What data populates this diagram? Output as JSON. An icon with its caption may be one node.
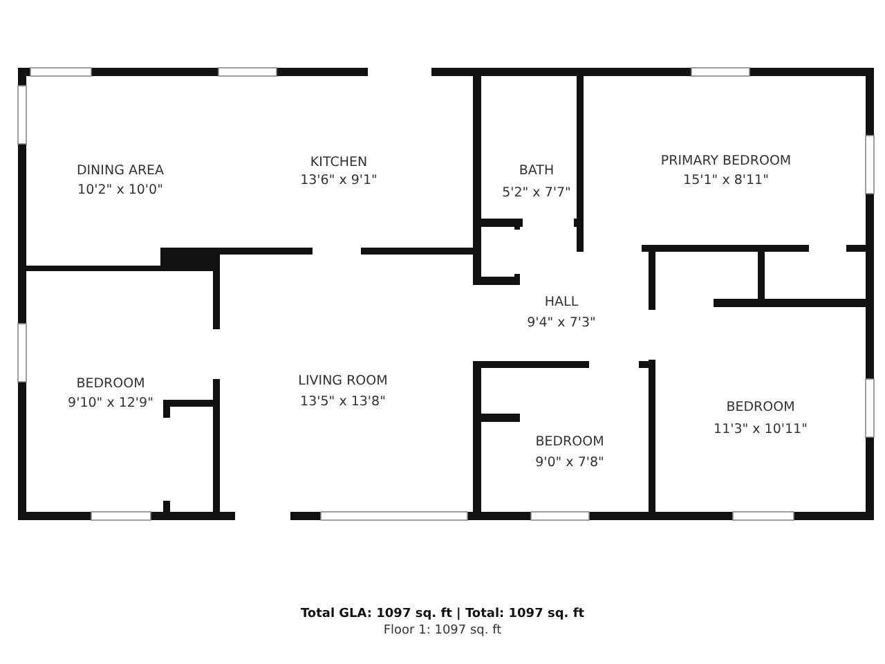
{
  "diagram": {
    "labels": [
      "DINING AREA",
      "10'2\" x 10'0\"",
      "KITCHEN",
      "13'6\" x 9'1\"",
      "BATH",
      "5'2\" x 7'7\"",
      "PRIMARY BEDROOM",
      "15'1\" x 8'11\"",
      "HALL",
      "9'4\" x 7'3\"",
      "BEDROOM",
      "9'10\" x 12'9\"",
      "LIVING ROOM",
      "13'5\" x 13'8\"",
      "BEDROOM",
      "11'3\" x 10'11\"",
      "BEDROOM",
      "9'0\" x 7'8\"",
      "Total GLA: 1097 sq. ft | Total: 1097 sq. ft",
      "Floor 1: 1097 sq. ft"
    ]
  }
}
